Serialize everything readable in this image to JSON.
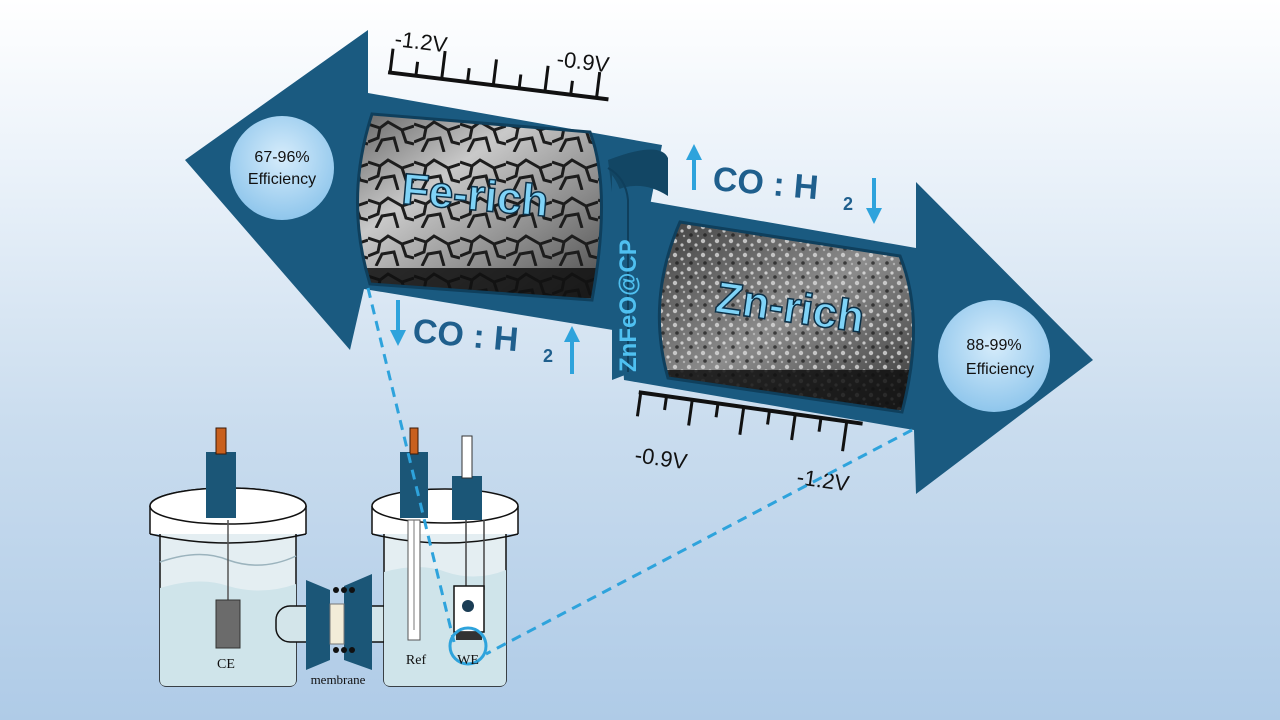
{
  "left_arrow": {
    "region_label": "Fe-rich",
    "efficiency_value": "67-96%",
    "efficiency_word": "Efficiency",
    "ratio_text": "CO : H",
    "ratio_subscript": "2",
    "ratio_trend": "CO down, H2 up",
    "scale_labels": [
      "-1.2V",
      "-0.9V"
    ]
  },
  "right_arrow": {
    "region_label": "Zn-rich",
    "efficiency_value": "88-99%",
    "efficiency_word": "Efficiency",
    "ratio_text": "CO : H",
    "ratio_subscript": "2",
    "ratio_trend": "CO up, H2 down",
    "scale_labels": [
      "-0.9V",
      "-1.2V"
    ]
  },
  "center_label": "ZnFeO@CP",
  "cell": {
    "ce_label": "CE",
    "membrane_label": "membrane",
    "ref_label": "Ref",
    "we_label": "WE"
  },
  "colors": {
    "arrow": "#1a5a80",
    "arrow_dark": "#124664",
    "accent": "#2ea3dc",
    "label_text": "#7fd3f7",
    "ratio_text": "#1f5f8d",
    "cell_liquid": "#cfe4ea",
    "cell_electrode": "#1b5677"
  }
}
